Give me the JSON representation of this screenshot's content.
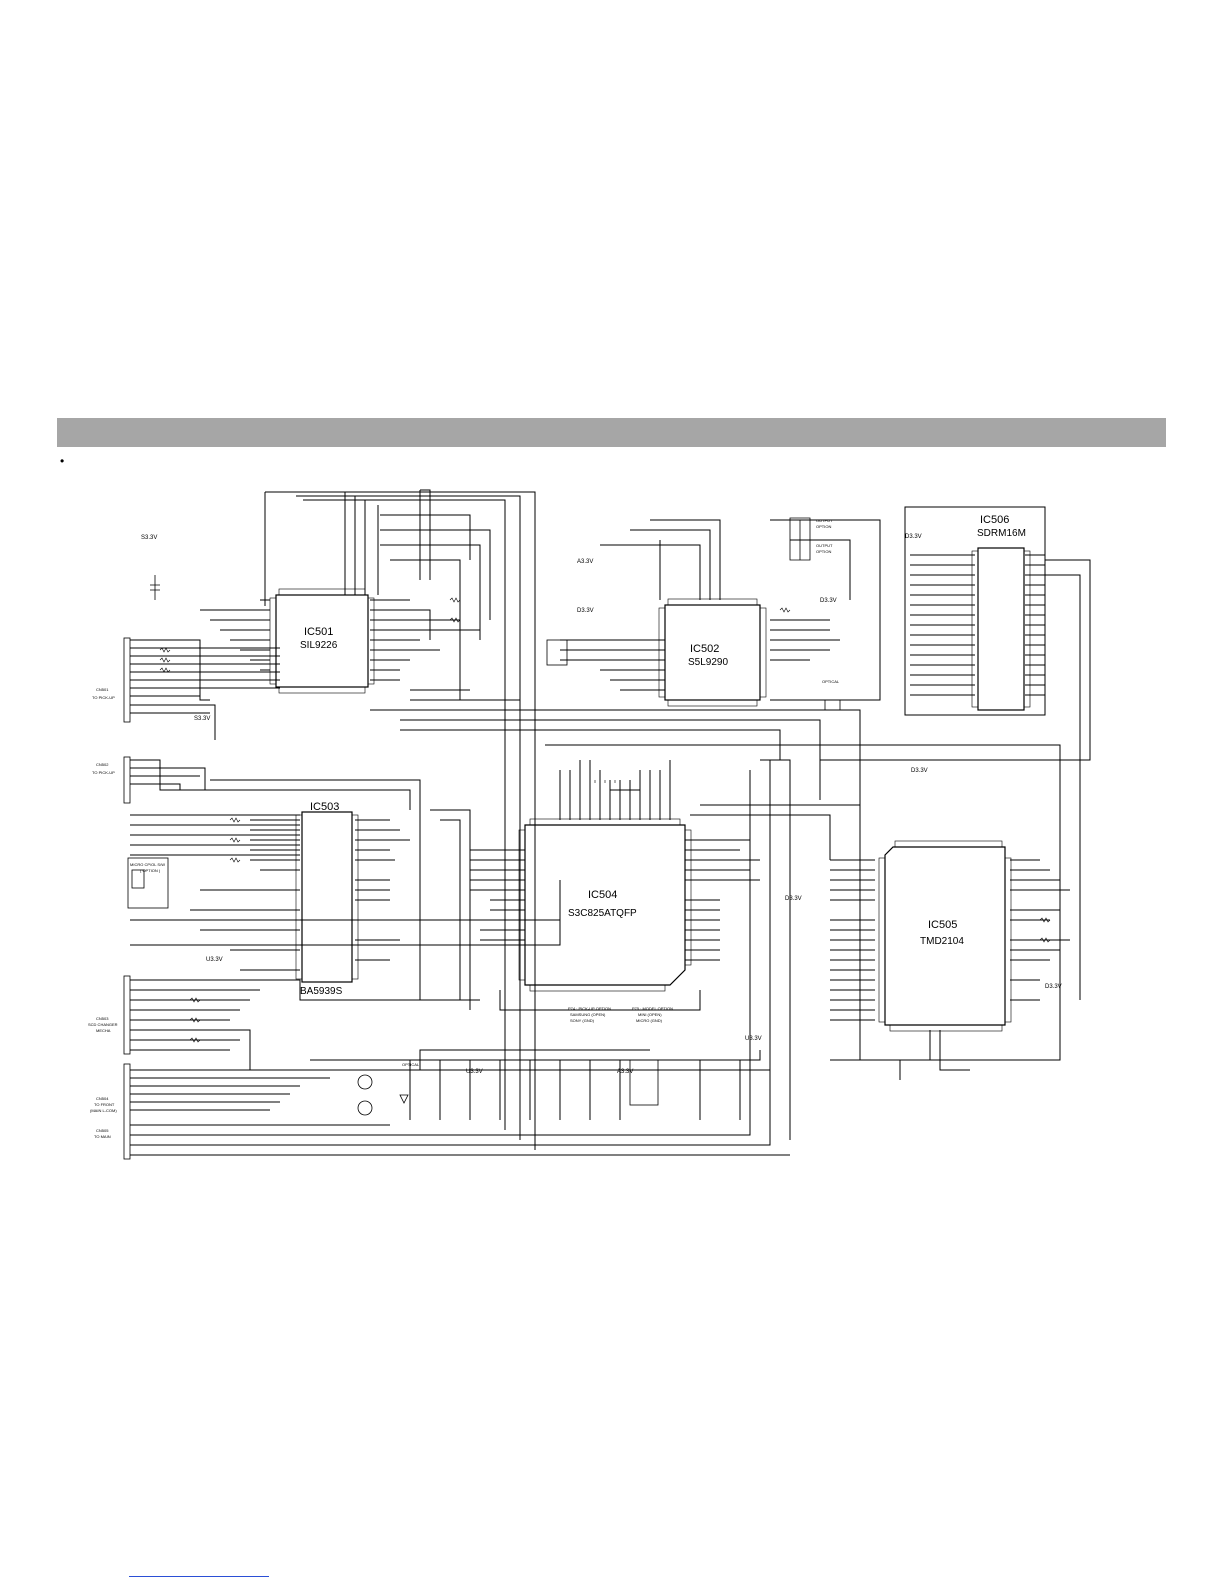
{
  "page": {
    "bullet": "•"
  },
  "chips": [
    {
      "ref": "IC501",
      "part": "SIL9226"
    },
    {
      "ref": "IC502",
      "part": "S5L9290"
    },
    {
      "ref": "IC503",
      "part": "BA5939S"
    },
    {
      "ref": "IC504",
      "part": "S3C825ATQFP"
    },
    {
      "ref": "IC505",
      "part": "TMD2104"
    },
    {
      "ref": "IC506",
      "part": "SDRM16M"
    }
  ],
  "power_labels": {
    "s33_a": "S3.3V",
    "s33_b": "S3.3V",
    "a33": "A3.3V",
    "d33_a": "D3.3V",
    "d33_b": "D3.3V",
    "d33_c": "D3.3V",
    "d33_d": "D3.3V",
    "d33_e": "D3.3V",
    "d33_f": "D3.3V",
    "u33_a": "U3.3V",
    "u33_b": "U3.3V",
    "u33_c": "U3.3V",
    "a33_b": "A3.3V"
  },
  "connectors": {
    "cn501": "CN501",
    "cn501_to": "TO PICK-UP",
    "cn502": "CN502",
    "cn502_to": "TO PICK-UP",
    "cn503": "CN503",
    "cn503_to": "SCD CHANGER",
    "cn503_mech": "MECHA",
    "cn504": "CN504",
    "cn504_to": "TO FRONT",
    "cn504_main": "(MAIN L-COM)",
    "cn505": "CN505",
    "cn505_to": "TO MAIN"
  },
  "notes": {
    "micro_sw": "MICRO CP/OL S/W",
    "option": "( OPTION )",
    "output_option_a": "OUTPUT",
    "output_option_b": "OPTION",
    "output_option_c": "OUTPUT",
    "output_option_d": "OPTION",
    "optical_a": "OPTICAL",
    "optical_b": "OPTICAL",
    "p74": "P74 : PICK-UP OPTION",
    "p74_a": "SAMSUNG (OPEN)",
    "p74_b": "SONY (GND)",
    "p75": "P75 : MODEL OPTION",
    "p75_a": "MINI (OPEN)",
    "p75_b": "MICRO (GND)"
  }
}
